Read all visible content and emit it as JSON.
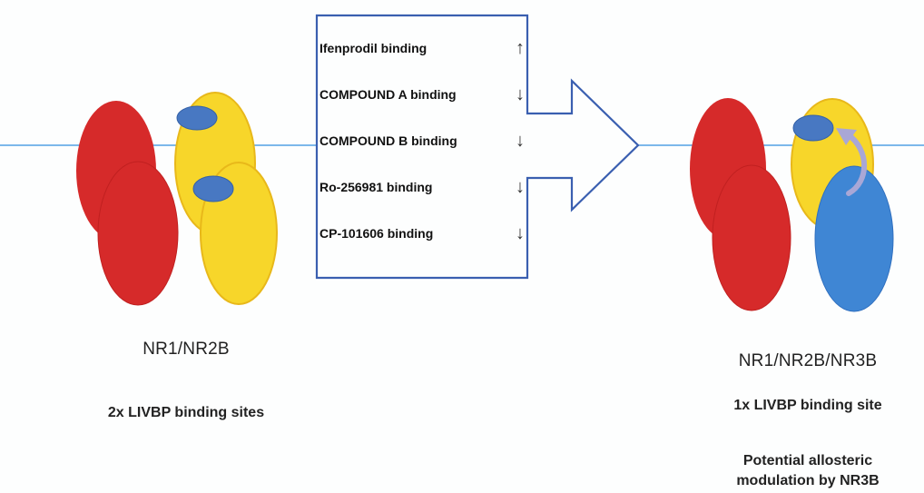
{
  "left_complex": {
    "name": "NR1/NR2B",
    "sites": "2x LIVBP binding sites"
  },
  "right_complex": {
    "name": "NR1/NR2B/NR3B",
    "sites": "1x LIVBP binding site",
    "note_line1": "Potential allosteric",
    "note_line2": "modulation by NR3B"
  },
  "bindings": [
    {
      "label": "Ifenprodil binding",
      "direction": "↑"
    },
    {
      "label": "COMPOUND A binding",
      "direction": "↓"
    },
    {
      "label": "COMPOUND B binding",
      "direction": "↓"
    },
    {
      "label": "Ro-256981 binding",
      "direction": "↓"
    },
    {
      "label": "CP-101606 binding",
      "direction": "↓"
    }
  ],
  "colors": {
    "nr1": "#d62a2a",
    "nr2b": "#f7d62a",
    "nr3b": "#3f86d4",
    "site": "#4878c2",
    "membrane": "#2f8fe0",
    "arrow_outline": "#3a5fb0",
    "modulation_arrow": "#a9a7d6"
  }
}
